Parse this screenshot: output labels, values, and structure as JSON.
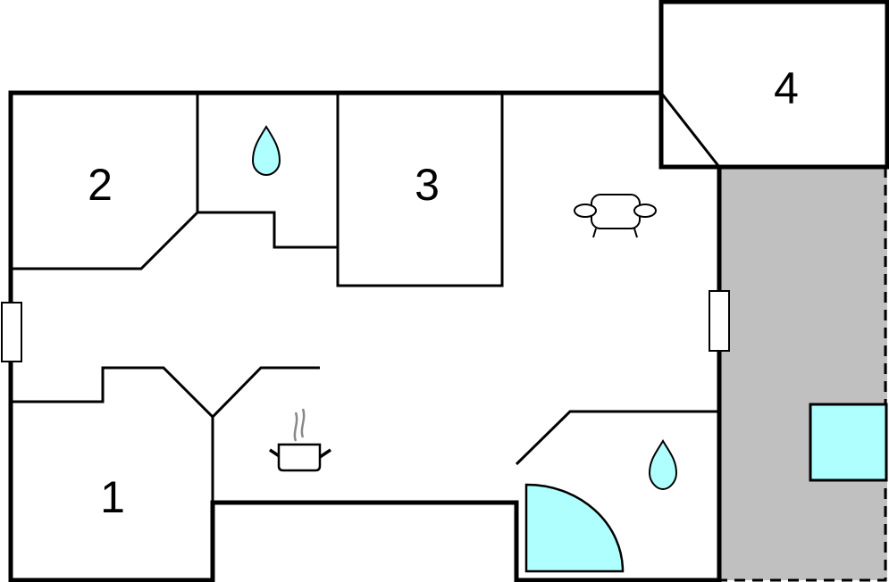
{
  "rooms": [
    {
      "label": "1"
    },
    {
      "label": "2"
    },
    {
      "label": "3"
    },
    {
      "label": "4"
    }
  ],
  "icons": [
    "water-drop-icon",
    "water-drop-icon",
    "sofa-icon",
    "cooking-pot-icon",
    "shower-icon"
  ],
  "colors": {
    "water": "#b0ffff",
    "terrace": "#c0c0c0",
    "wall": "#000000"
  }
}
